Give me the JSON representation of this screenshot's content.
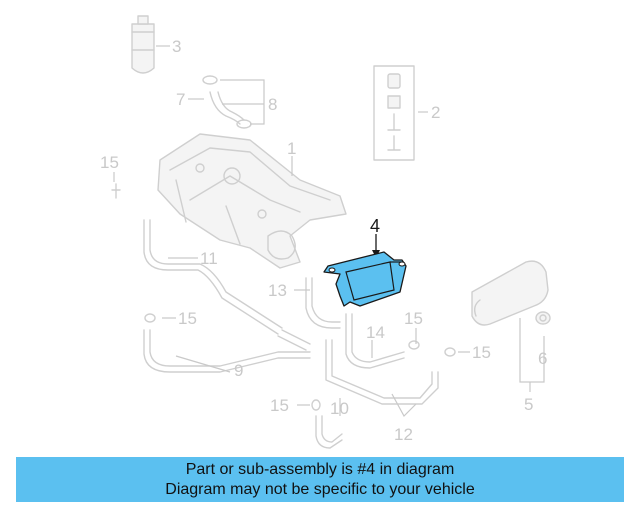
{
  "diagram": {
    "highlight_color": "#5bc0f0",
    "callouts": {
      "c1": "1",
      "c2": "2",
      "c3": "3",
      "c4": "4",
      "c5": "5",
      "c6": "6",
      "c7": "7",
      "c8": "8",
      "c9": "9",
      "c10": "10",
      "c11": "11",
      "c12": "12",
      "c13": "13",
      "c14": "14",
      "c15": "15"
    }
  },
  "caption": {
    "line1": "Part or sub-assembly is #4 in diagram",
    "line2": "Diagram may not be specific to your vehicle",
    "background": "#5bc0f0"
  }
}
